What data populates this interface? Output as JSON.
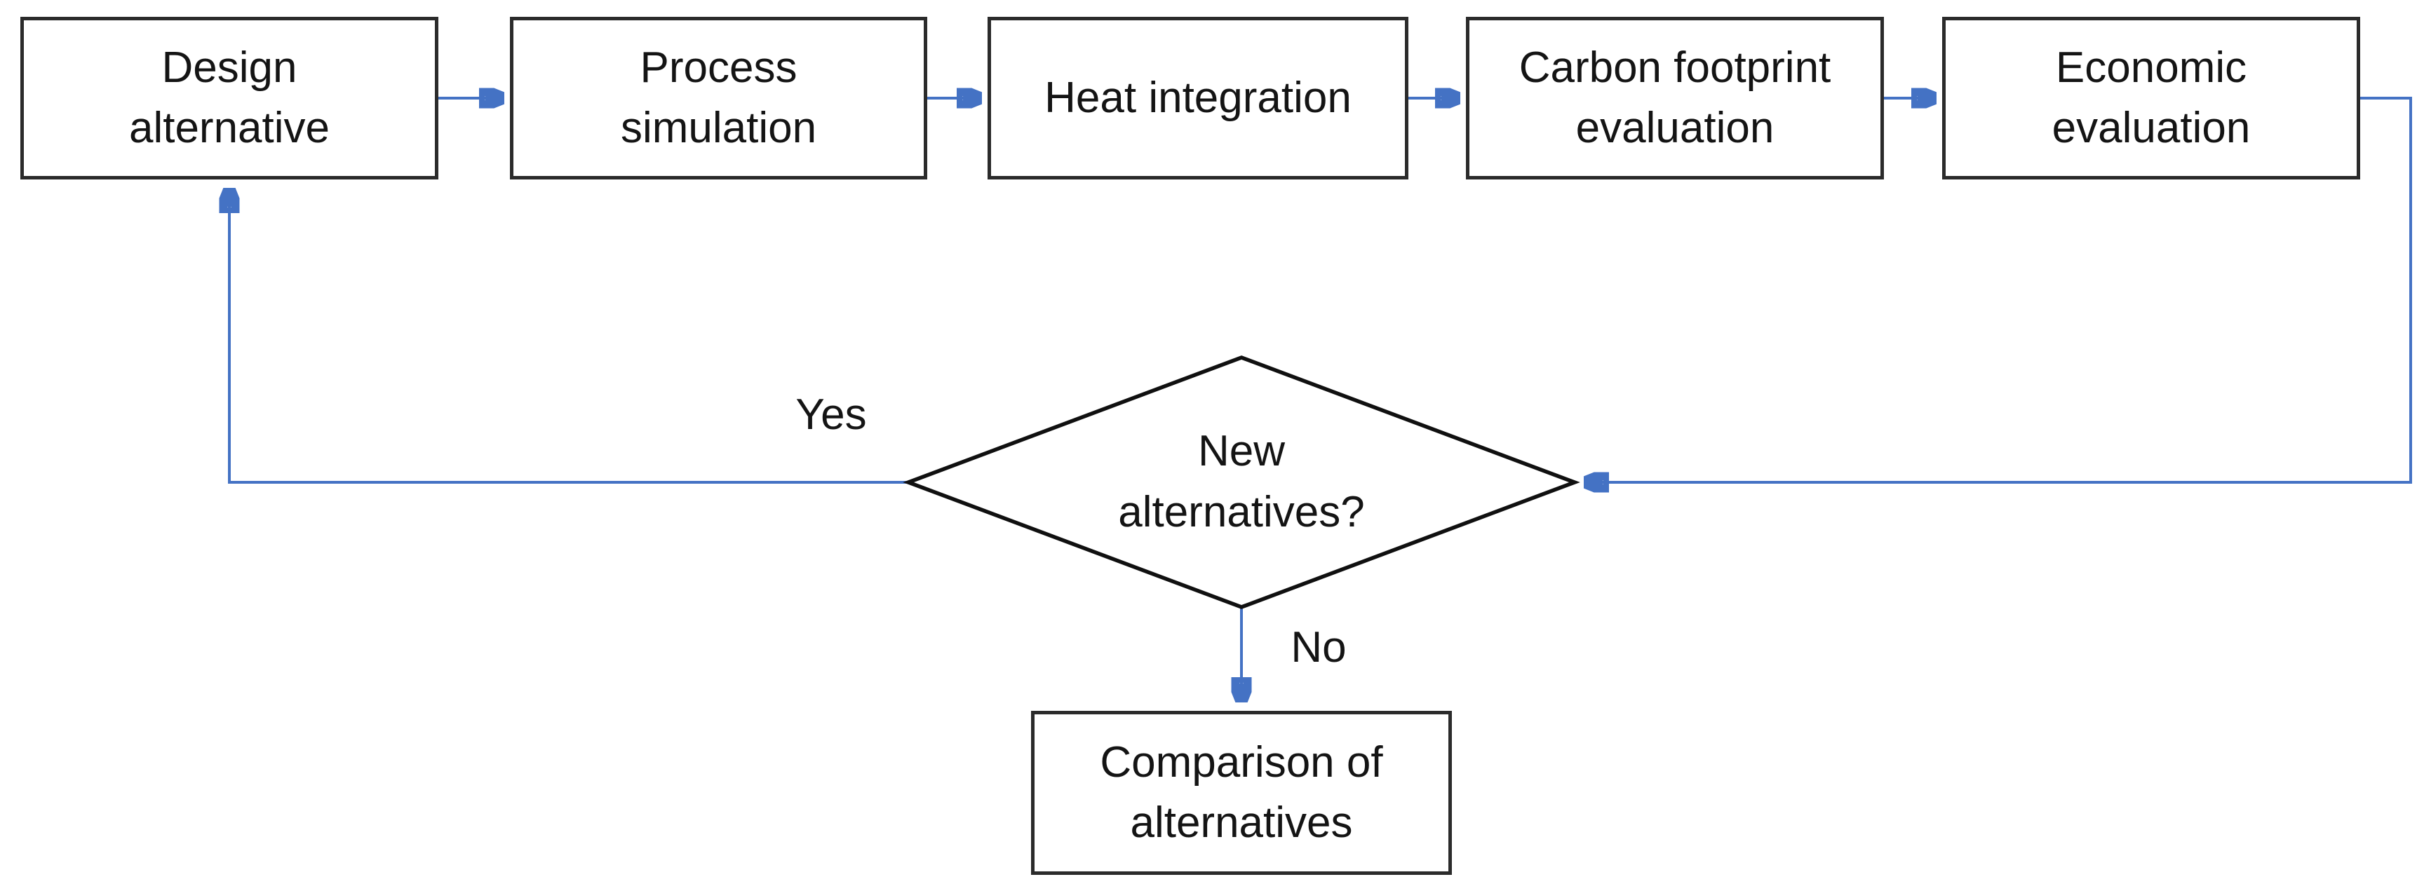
{
  "diagram": {
    "type": "flowchart",
    "title": "",
    "nodes": [
      {
        "id": "design-alternative",
        "shape": "rect",
        "label": "Design alternative"
      },
      {
        "id": "process-simulation",
        "shape": "rect",
        "label": "Process simulation"
      },
      {
        "id": "heat-integration",
        "shape": "rect",
        "label": "Heat integration"
      },
      {
        "id": "carbon-footprint-evaluation",
        "shape": "rect",
        "label": "Carbon footprint evaluation"
      },
      {
        "id": "economic-evaluation",
        "shape": "rect",
        "label": "Economic evaluation"
      },
      {
        "id": "new-alternatives",
        "shape": "diamond",
        "label": "New alternatives?"
      },
      {
        "id": "comparison-of-alternatives",
        "shape": "rect",
        "label": "Comparison of alternatives"
      }
    ],
    "edges": [
      {
        "from": "design-alternative",
        "to": "process-simulation",
        "label": ""
      },
      {
        "from": "process-simulation",
        "to": "heat-integration",
        "label": ""
      },
      {
        "from": "heat-integration",
        "to": "carbon-footprint-evaluation",
        "label": ""
      },
      {
        "from": "carbon-footprint-evaluation",
        "to": "economic-evaluation",
        "label": ""
      },
      {
        "from": "economic-evaluation",
        "to": "new-alternatives",
        "label": ""
      },
      {
        "from": "new-alternatives",
        "to": "design-alternative",
        "label": "Yes"
      },
      {
        "from": "new-alternatives",
        "to": "comparison-of-alternatives",
        "label": "No"
      }
    ],
    "colors": {
      "arrow": "#4472C4",
      "box_border": "#2b2b2b",
      "diamond_border": "#101010",
      "text": "#141414",
      "background": "#ffffff"
    }
  }
}
